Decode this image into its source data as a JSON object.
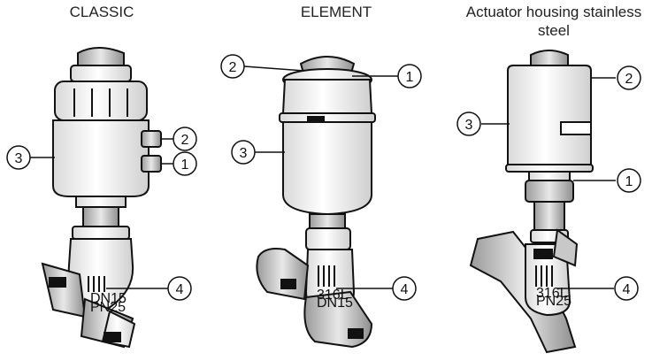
{
  "headings": {
    "classic": "CLASSIC",
    "element": "ELEMENT",
    "stainless": "Actuator housing stainless steel"
  },
  "callouts": {
    "classic": [
      "2",
      "3",
      "1",
      "4"
    ],
    "element": [
      "2",
      "1",
      "3",
      "4"
    ],
    "stainless": [
      "2",
      "3",
      "1",
      "4"
    ]
  },
  "body_marks": {
    "classic": [
      "DN15",
      "PN25"
    ],
    "element": [
      "316L",
      "DN15"
    ],
    "stainless": [
      "316L",
      "PN25"
    ]
  },
  "colors": {
    "line": "#111111",
    "body_fill": "#f4f4f4",
    "shade": "#c8c8c8"
  }
}
